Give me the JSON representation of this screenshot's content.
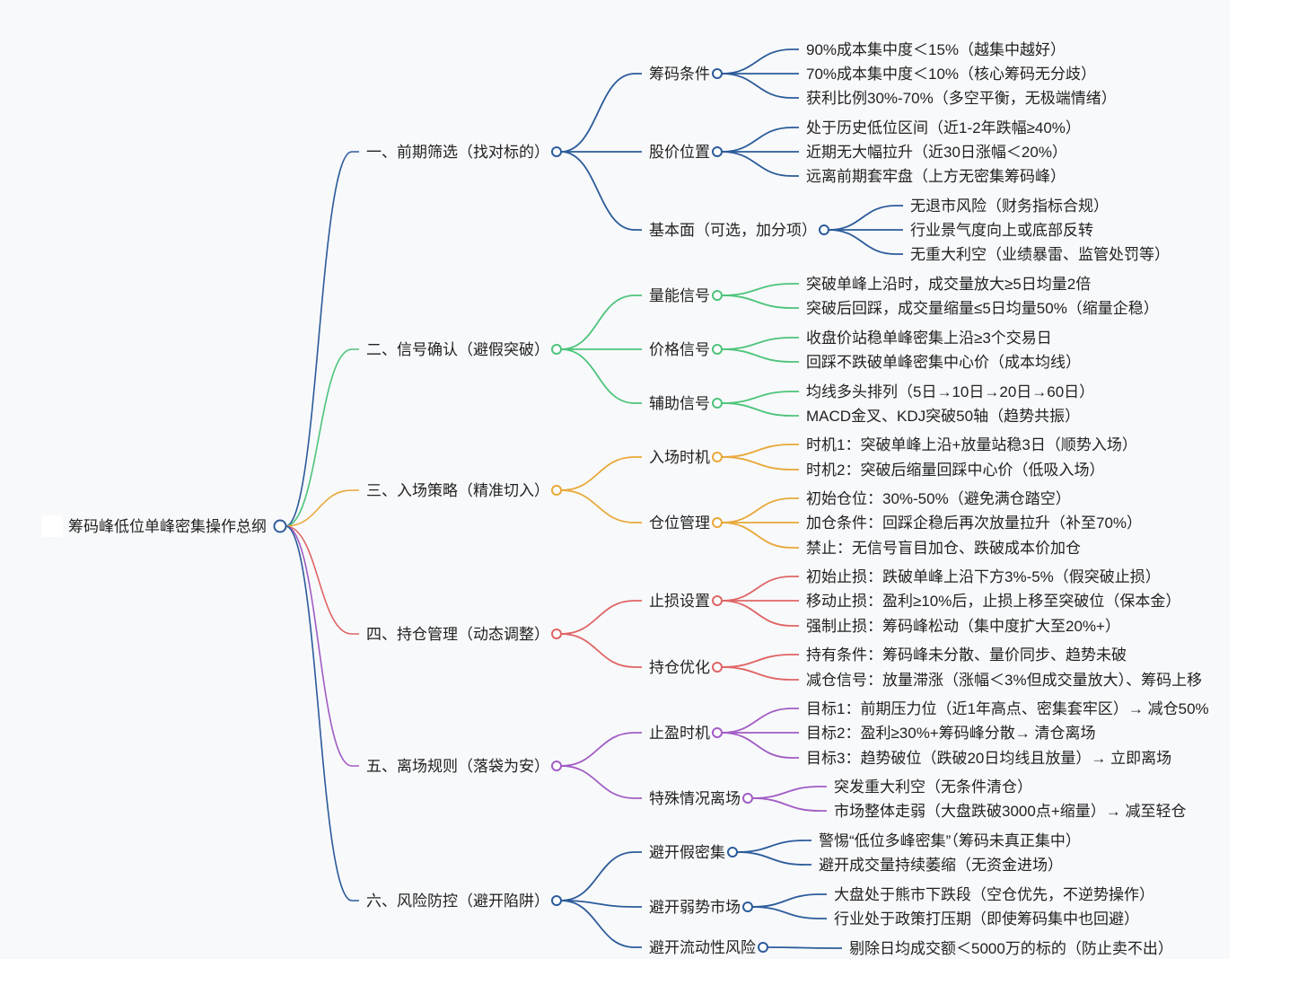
{
  "root": {
    "label": "筹码峰低位单峰密集操作总纲"
  },
  "branches": [
    {
      "label": "一、前期筛选（找对标的）",
      "color": "#2b5b9a",
      "children": [
        {
          "label": "筹码条件",
          "leaves": [
            "90%成本集中度＜15%（越集中越好）",
            "70%成本集中度＜10%（核心筹码无分歧）",
            "获利比例30%-70%（多空平衡，无极端情绪）"
          ]
        },
        {
          "label": "股价位置",
          "leaves": [
            "处于历史低位区间（近1-2年跌幅≥40%）",
            "近期无大幅拉升（近30日涨幅＜20%）",
            "远离前期套牢盘（上方无密集筹码峰）"
          ]
        },
        {
          "label": "基本面（可选，加分项）",
          "leaves": [
            "无退市风险（财务指标合规）",
            "行业景气度向上或底部反转",
            "无重大利空（业绩暴雷、监管处罚等）"
          ]
        }
      ]
    },
    {
      "label": "二、信号确认（避假突破）",
      "color": "#4cc47a",
      "children": [
        {
          "label": "量能信号",
          "leaves": [
            "突破单峰上沿时，成交量放大≥5日均量2倍",
            "突破后回踩，成交量缩量≤5日均量50%（缩量企稳）"
          ]
        },
        {
          "label": "价格信号",
          "leaves": [
            "收盘价站稳单峰密集上沿≥3个交易日",
            "回踩不跌破单峰密集中心价（成本均线）"
          ]
        },
        {
          "label": "辅助信号",
          "leaves": [
            "均线多头排列（5日→10日→20日→60日）",
            "MACD金叉、KDJ突破50轴（趋势共振）"
          ]
        }
      ]
    },
    {
      "label": "三、入场策略（精准切入）",
      "color": "#e8a838",
      "children": [
        {
          "label": "入场时机",
          "leaves": [
            "时机1：突破单峰上沿+放量站稳3日（顺势入场）",
            "时机2：突破后缩量回踩中心价（低吸入场）"
          ]
        },
        {
          "label": "仓位管理",
          "leaves": [
            "初始仓位：30%-50%（避免满仓踏空）",
            "加仓条件：回踩企稳后再次放量拉升（补至70%）",
            "禁止：无信号盲目加仓、跌破成本价加仓"
          ]
        }
      ]
    },
    {
      "label": "四、持仓管理（动态调整）",
      "color": "#e06464",
      "children": [
        {
          "label": "止损设置",
          "leaves": [
            "初始止损：跌破单峰上沿下方3%-5%（假突破止损）",
            "移动止损：盈利≥10%后，止损上移至突破位（保本金）",
            "强制止损：筹码峰松动（集中度扩大至20%+）"
          ]
        },
        {
          "label": "持仓优化",
          "leaves": [
            "持有条件：筹码峰未分散、量价同步、趋势未破",
            "减仓信号：放量滞涨（涨幅＜3%但成交量放大）、筹码上移"
          ]
        }
      ]
    },
    {
      "label": "五、离场规则（落袋为安）",
      "color": "#a05cc4",
      "children": [
        {
          "label": "止盈时机",
          "leaves": [
            "目标1：前期压力位（近1年高点、密集套牢区）→ 减仓50%",
            "目标2：盈利≥30%+筹码峰分散→ 清仓离场",
            "目标3：趋势破位（跌破20日均线且放量）→ 立即离场"
          ]
        },
        {
          "label": "特殊情况离场",
          "leaves": [
            "突发重大利空（无条件清仓）",
            "市场整体走弱（大盘跌破3000点+缩量）→ 减至轻仓"
          ]
        }
      ]
    },
    {
      "label": "六、风险防控（避开陷阱）",
      "color": "#2b5b9a",
      "children": [
        {
          "label": "避开假密集",
          "leaves": [
            "警惕“低位多峰密集”（筹码未真正集中）",
            "避开成交量持续萎缩（无资金进场）"
          ]
        },
        {
          "label": "避开弱势市场",
          "leaves": [
            "大盘处于熊市下跌段（空仓优先，不逆势操作）",
            "行业处于政策打压期（即使筹码集中也回避）"
          ]
        },
        {
          "label": "避开流动性风险",
          "leaves": [
            "剔除日均成交额＜5000万的标的（防止卖不出）"
          ]
        }
      ]
    }
  ]
}
